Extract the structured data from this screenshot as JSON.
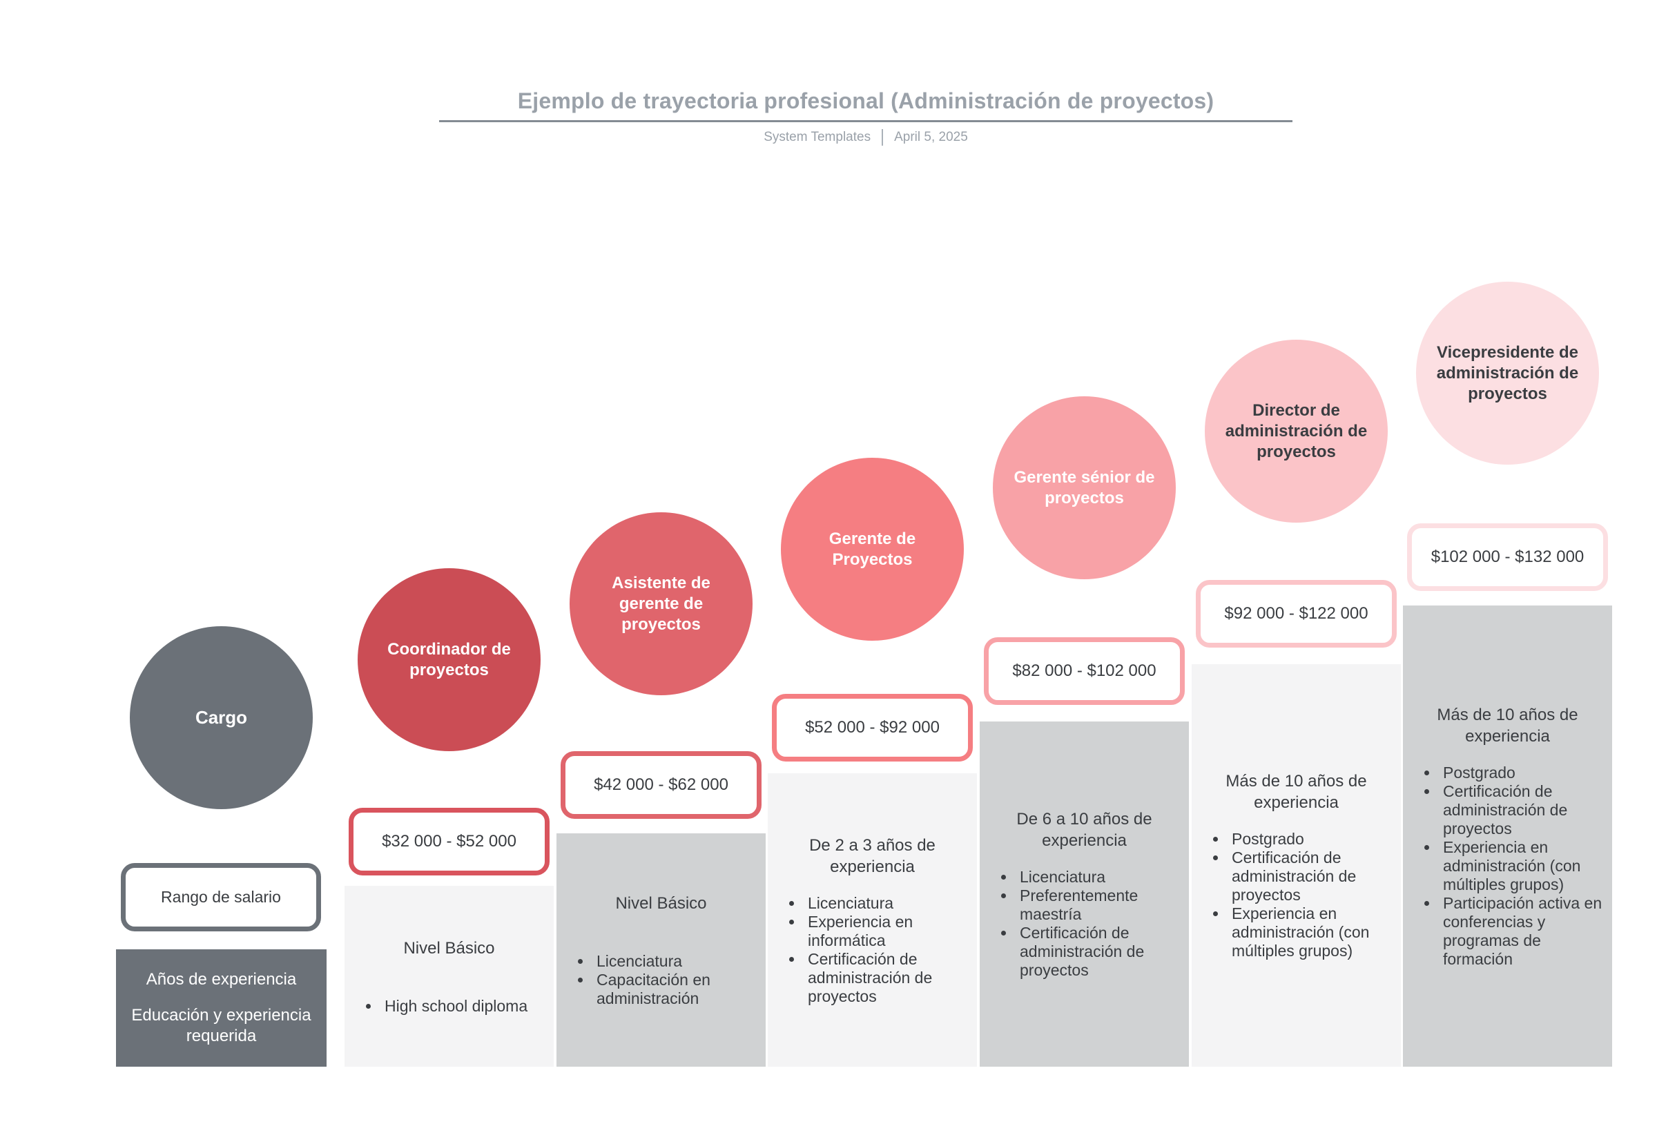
{
  "header": {
    "title": "Ejemplo de trayectoria profesional (Administración de proyectos)",
    "brand": "System Templates",
    "date": "April 5, 2025"
  },
  "legend": {
    "role": "Cargo",
    "salary": "Rango de salario",
    "experience": "Años de experiencia",
    "education": "Educación y experiencia requerida",
    "color": "#6b7178",
    "text_color": "#ffffff"
  },
  "columns": [
    {
      "role": "Coordinador de proyectos",
      "salary": "$32 000 - $52 000",
      "experience": "Nivel Básico",
      "education": [
        "High school diploma"
      ],
      "circle_color": "#cb4d55",
      "circle_text_color": "#ffffff",
      "accent_color": "#d9545d",
      "band_color": "#f4f4f5"
    },
    {
      "role": "Asistente de gerente de proyectos",
      "salary": "$42 000 - $62 000",
      "experience": "Nivel Básico",
      "education": [
        "Licenciatura",
        "Capacitación en administración"
      ],
      "circle_color": "#e0656c",
      "circle_text_color": "#ffffff",
      "accent_color": "#e0656c",
      "band_color": "#d0d2d3"
    },
    {
      "role": "Gerente de Proyectos",
      "salary": "$52 000 - $92 000",
      "experience": "De 2 a 3 años de experiencia",
      "education": [
        "Licenciatura",
        "Experiencia en informática",
        "Certificación de administración de proyectos"
      ],
      "circle_color": "#f57e82",
      "circle_text_color": "#ffffff",
      "accent_color": "#f57e82",
      "band_color": "#f4f4f5"
    },
    {
      "role": "Gerente sénior de proyectos",
      "salary": "$82 000 - $102 000",
      "experience": "De 6 a 10 años de experiencia",
      "education": [
        "Licenciatura",
        "Preferentemente maestría",
        "Certificación de administración de proyectos"
      ],
      "circle_color": "#f8a2a7",
      "circle_text_color": "#ffffff",
      "accent_color": "#f8a2a7",
      "band_color": "#d0d2d3"
    },
    {
      "role": "Director de administración de proyectos",
      "salary": "$92 000 - $122 000",
      "experience": "Más de 10 años de experiencia",
      "education": [
        "Postgrado",
        "Certificación de administración de proyectos",
        "Experiencia en administración (con múltiples grupos)"
      ],
      "circle_color": "#fbc4c8",
      "circle_text_color": "#3a3d41",
      "accent_color": "#fbc4c8",
      "band_color": "#f4f4f5"
    },
    {
      "role": "Vicepresidente de administración de proyectos",
      "salary": "$102 000 - $132 000",
      "experience": "Más de 10 años de experiencia",
      "education": [
        "Postgrado",
        "Certificación de administración de proyectos",
        "Experiencia en administración (con múltiples grupos)",
        "Participación activa en conferencias y programas de formación"
      ],
      "circle_color": "#fcdfe2",
      "circle_text_color": "#3a3d41",
      "accent_color": "#fcdfe2",
      "band_color": "#d0d2d3"
    }
  ],
  "colors": {
    "title_gray": "#9aa1a9",
    "ink": "#3a3d41",
    "divider": "#848b93",
    "band_light": "#f4f4f5",
    "band_dark": "#d0d2d3",
    "legend_gray": "#6b7178"
  }
}
